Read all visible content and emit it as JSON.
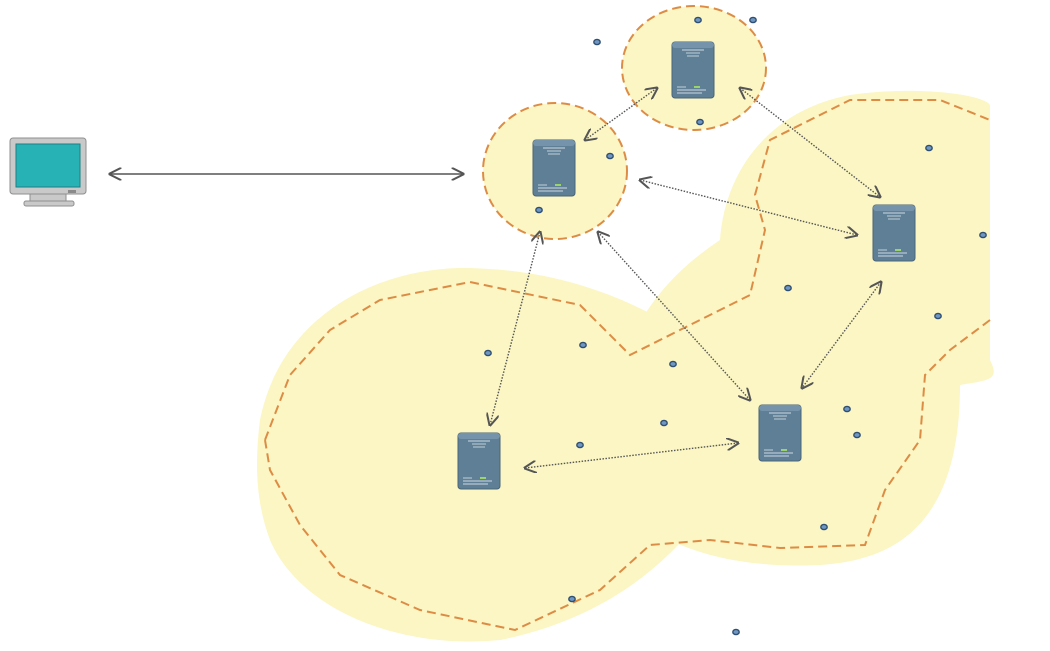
{
  "colors": {
    "zone_fill": "#fbf6c3",
    "zone_border": "#dd8c45",
    "controller_body": "#5f7f97",
    "controller_text": "#dfe8ef",
    "controller_led": "#9bd46b",
    "sensor_fill": "#6f97c2",
    "sensor_stroke": "#2f4f72",
    "link_arrow": "#555555",
    "monitor_screen": "#27b3b6",
    "monitor_body": "#c9c9c9"
  },
  "icons": {
    "workstation": "monitor-icon",
    "controller": "controller-device-icon",
    "sensor": "sensor-node-icon"
  },
  "controllers": [
    {
      "id": "c-top"
    },
    {
      "id": "c-upper-left"
    },
    {
      "id": "c-right"
    },
    {
      "id": "c-lower-middle"
    },
    {
      "id": "c-lower-left"
    }
  ],
  "links": [
    {
      "from": "workstation",
      "to": "c-upper-left",
      "style": "solid"
    },
    {
      "from": "c-upper-left",
      "to": "c-top",
      "style": "dotted"
    },
    {
      "from": "c-top",
      "to": "c-right",
      "style": "dotted"
    },
    {
      "from": "c-upper-left",
      "to": "c-right",
      "style": "dotted"
    },
    {
      "from": "c-upper-left",
      "to": "c-lower-left",
      "style": "dotted"
    },
    {
      "from": "c-upper-left",
      "to": "c-lower-middle",
      "style": "dotted"
    },
    {
      "from": "c-right",
      "to": "c-lower-middle",
      "style": "dotted"
    },
    {
      "from": "c-lower-left",
      "to": "c-lower-middle",
      "style": "dotted"
    }
  ]
}
